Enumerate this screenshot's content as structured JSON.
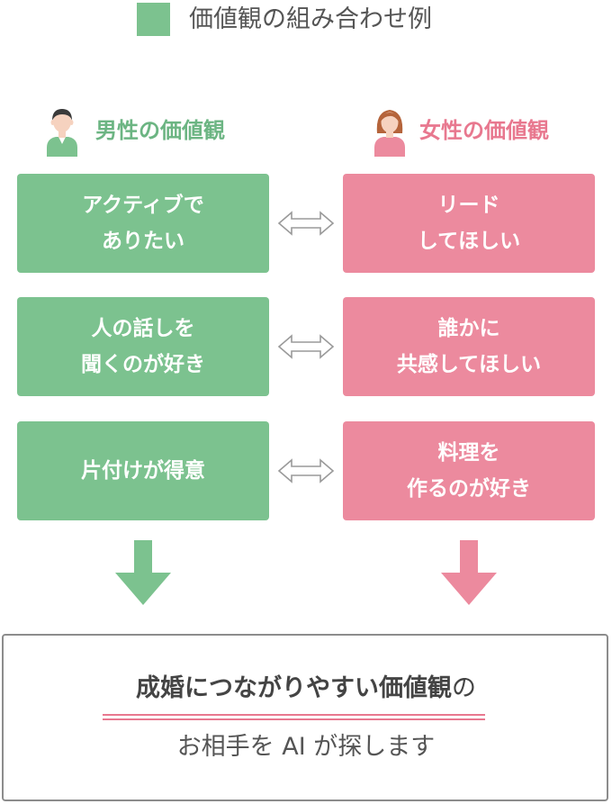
{
  "title": "価値観の組み合わせ例",
  "colors": {
    "male": "#7cc28f",
    "female": "#ec8a9e",
    "male_text": "#6cb583",
    "female_text": "#e8788f",
    "border": "#8c8c8c"
  },
  "male": {
    "icon": "man-avatar-icon",
    "label": "男性の価値観",
    "values": [
      [
        "アクティブで",
        "ありたい"
      ],
      [
        "人の話しを",
        "聞くのが好き"
      ],
      [
        "片付けが得意"
      ]
    ]
  },
  "female": {
    "icon": "woman-avatar-icon",
    "label": "女性の価値観",
    "values": [
      [
        "リード",
        "してほしい"
      ],
      [
        "誰かに",
        "共感してほしい"
      ],
      [
        "料理を",
        "作るのが好き"
      ]
    ]
  },
  "pair_icon": "double-arrow-icon",
  "down_icon": "down-arrow-icon",
  "result": {
    "highlight": "成婚につながりやすい価値観",
    "suffix": "の",
    "line2": "お相手を AI が探します"
  }
}
